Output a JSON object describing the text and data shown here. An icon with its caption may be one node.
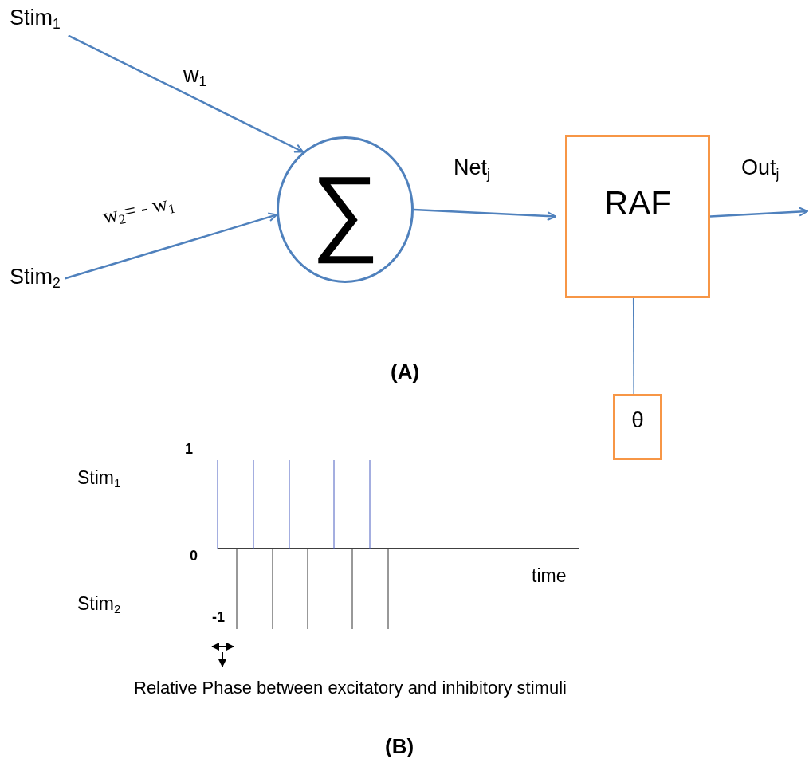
{
  "diagram": {
    "nodes": [
      {
        "text": [
          "Stim$_{1}$"
        ]
      },
      {
        "text": [
          "Stim$_{2}$"
        ]
      },
      {
        "text": [
          "∑"
        ]
      },
      {
        "text": [
          "RAF"
        ]
      },
      {
        "text": [
          "θ"
        ]
      }
    ],
    "edges": [
      {
        "from": 0,
        "to": 2,
        "arrow": "to",
        "label": "w$_{1}$"
      },
      {
        "from": 1,
        "to": 2,
        "arrow": "to",
        "label": "w$_{2}$= - w$_{1}$"
      },
      {
        "from": 2,
        "to": 3,
        "arrow": "to",
        "label": "Net$_{j}$"
      },
      {
        "from": 3,
        "to": null,
        "arrow": "to",
        "label": "Out$_{j}$"
      },
      {
        "from": 3,
        "to": 4,
        "arrow": "none"
      }
    ],
    "labels": [
      "(A)",
      "1",
      "Stim$_{1}$",
      "0",
      "time",
      "Stim$_{2}$",
      "-1",
      "Relative Phase between excitatory and inhibitory stimuli",
      "(B)"
    ]
  }
}
